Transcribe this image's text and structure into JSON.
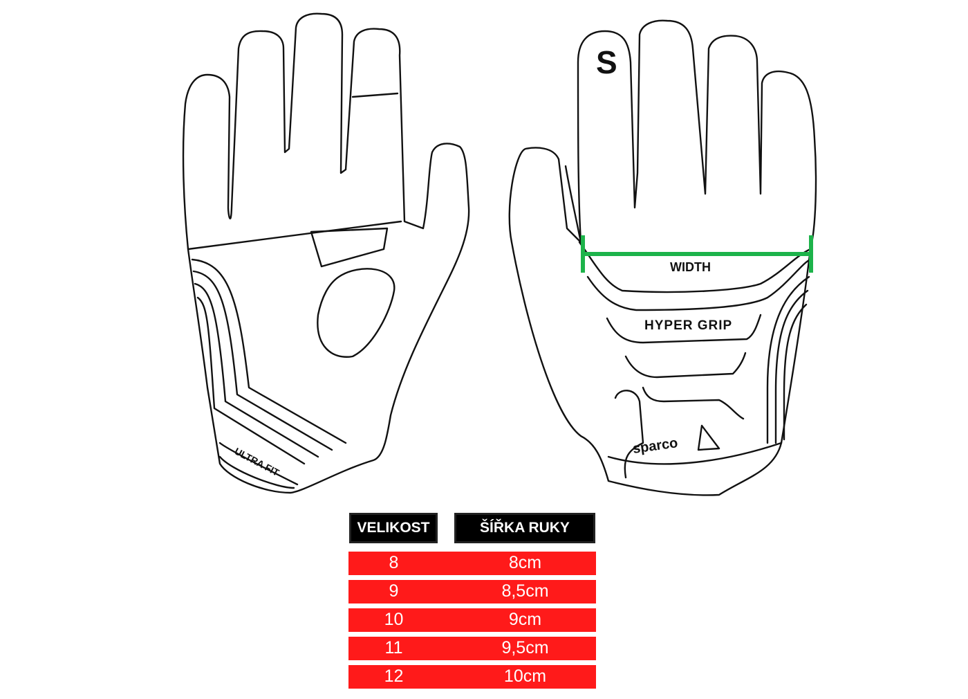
{
  "labels": {
    "width": "WIDTH",
    "hyper_grip": "HYPER GRIP",
    "ultra_fit": "ULTRA FIT",
    "brand": "sparco",
    "brand_mark": "S"
  },
  "colors": {
    "measure_line": "#1db34a",
    "row_bg": "#ff1a1a",
    "header_bg": "#000000"
  },
  "table": {
    "headers": [
      "VELIKOST",
      "ŠÍŘKA RUKY"
    ],
    "rows": [
      {
        "size": "8",
        "width": "8cm"
      },
      {
        "size": "9",
        "width": "8,5cm"
      },
      {
        "size": "10",
        "width": "9cm"
      },
      {
        "size": "11",
        "width": "9,5cm"
      },
      {
        "size": "12",
        "width": "10cm"
      }
    ]
  }
}
